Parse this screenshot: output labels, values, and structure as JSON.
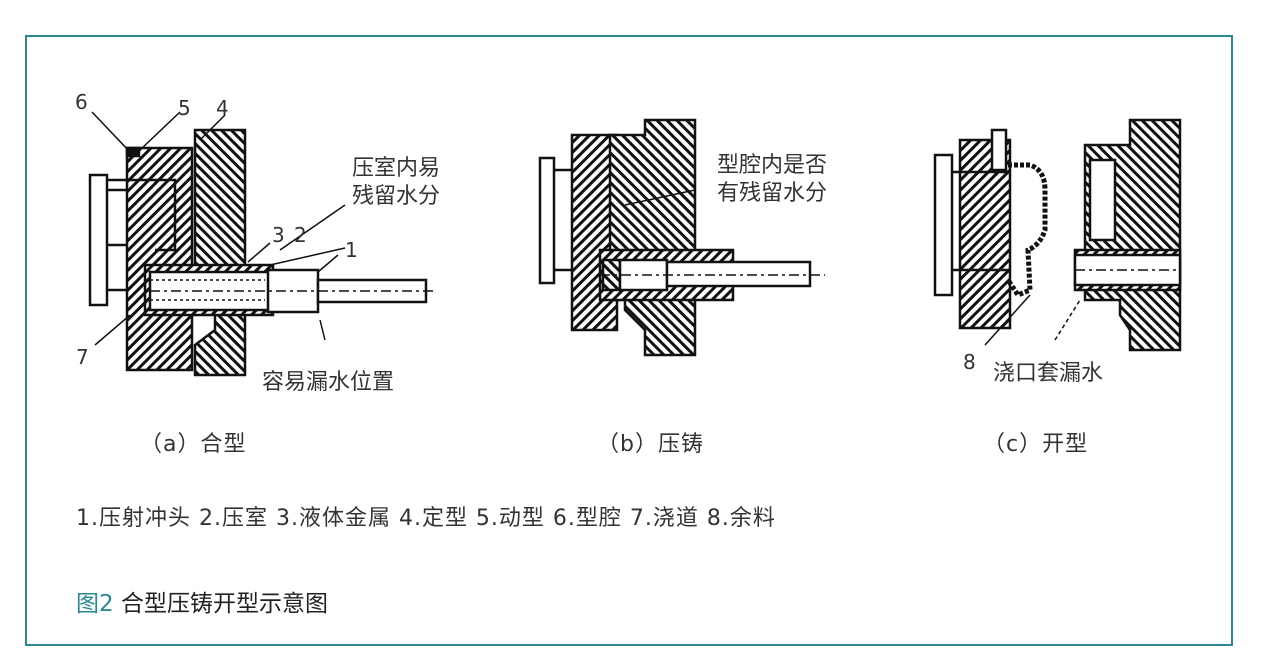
{
  "colors": {
    "frame": "#2b8794",
    "caption_accent": "#2b8794",
    "ink": "#111111"
  },
  "panel_a": {
    "numbers": [
      "6",
      "5",
      "4",
      "3",
      "2",
      "1",
      "7"
    ],
    "note_top": [
      "压室内易",
      "残留水分"
    ],
    "note_bottom": "容易漏水位置",
    "subtitle": "（a）合型"
  },
  "panel_b": {
    "note": [
      "型腔内是否",
      "有残留水分"
    ],
    "subtitle": "（b）压铸"
  },
  "panel_c": {
    "number": "8",
    "note": "浇口套漏水",
    "subtitle": "（c）开型"
  },
  "legend": "1.压射冲头  2.压室  3.液体金属 4.定型 5.动型 6.型腔 7.浇道 8.余料",
  "caption": {
    "figure_no": "图2",
    "title": "合型压铸开型示意图"
  }
}
